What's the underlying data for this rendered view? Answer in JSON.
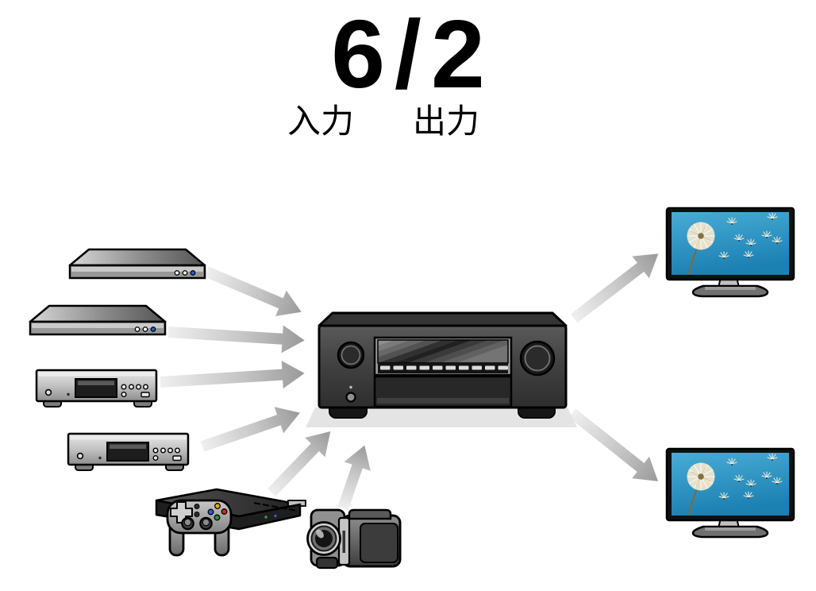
{
  "title": {
    "input_count": "6",
    "separator": "/",
    "output_count": "2",
    "input_label": "入力",
    "output_label": "出力"
  },
  "diagram": {
    "description_icons": {
      "center": "av-receiver-icon",
      "inputs": [
        {
          "icon": "disc-player-icon"
        },
        {
          "icon": "disc-player-icon"
        },
        {
          "icon": "cd-player-icon"
        },
        {
          "icon": "cd-player-icon"
        },
        {
          "icon": "game-console-icon"
        },
        {
          "icon": "video-camera-icon"
        }
      ],
      "outputs": [
        {
          "icon": "tv-icon"
        },
        {
          "icon": "tv-icon"
        }
      ]
    },
    "arrows": {
      "input_arrow_count": 6,
      "output_arrow_count": 2,
      "tail_color": "#efefef",
      "head_color": "#9a9a9a"
    },
    "colors": {
      "background": "#ffffff",
      "text": "#000000",
      "outline": "#000000",
      "receiver_body": "#3a3a3a",
      "receiver_shadow": "#e4e4e4",
      "tv_screen_blue": "#2f9ac4",
      "device_blue_button": "#2b5fd0",
      "gamepad_button_top": "#e8a81e",
      "gamepad_button_left": "#2b5fd0",
      "gamepad_button_right": "#d02828",
      "gamepad_button_bottom": "#2a9045"
    }
  }
}
